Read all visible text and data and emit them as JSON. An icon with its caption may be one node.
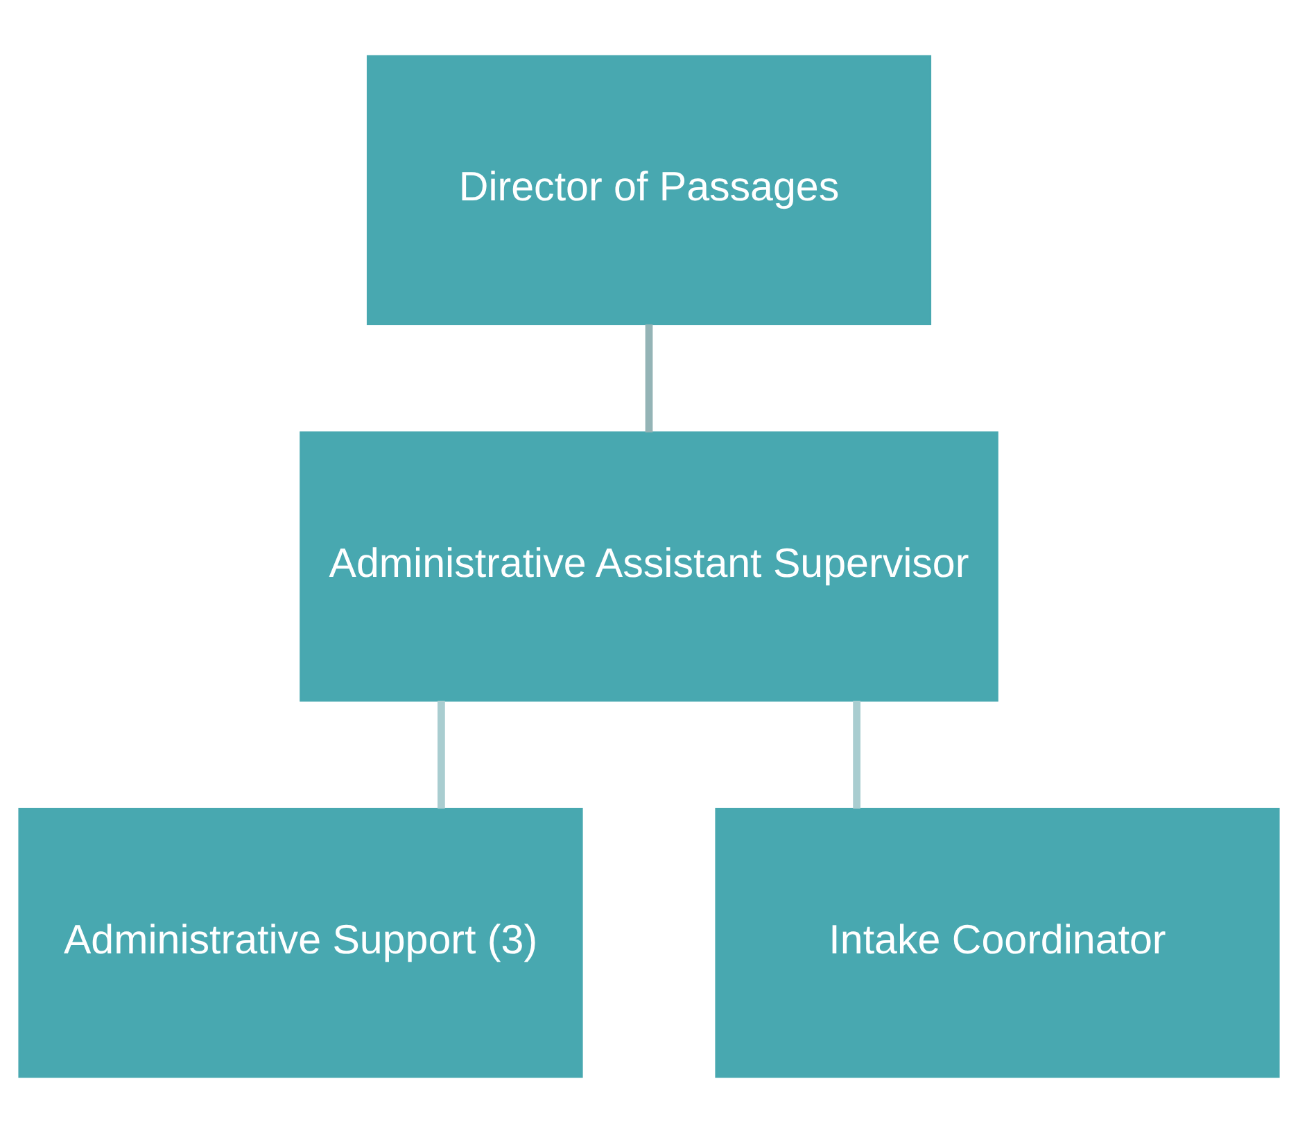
{
  "diagram": {
    "nodes": [
      {
        "text": [
          "Director of Passages"
        ]
      },
      {
        "text": [
          "Administrative Assistant Supervisor"
        ]
      },
      {
        "text": [
          "Administrative Support (3)"
        ]
      },
      {
        "text": [
          "Intake Coordinator"
        ]
      }
    ],
    "edges": [
      {
        "from": 0,
        "to": 1,
        "arrow": "none",
        "color": "#94b4b6"
      },
      {
        "from": 1,
        "to": 2,
        "arrow": "none"
      },
      {
        "from": 1,
        "to": 3,
        "arrow": "none"
      }
    ]
  }
}
